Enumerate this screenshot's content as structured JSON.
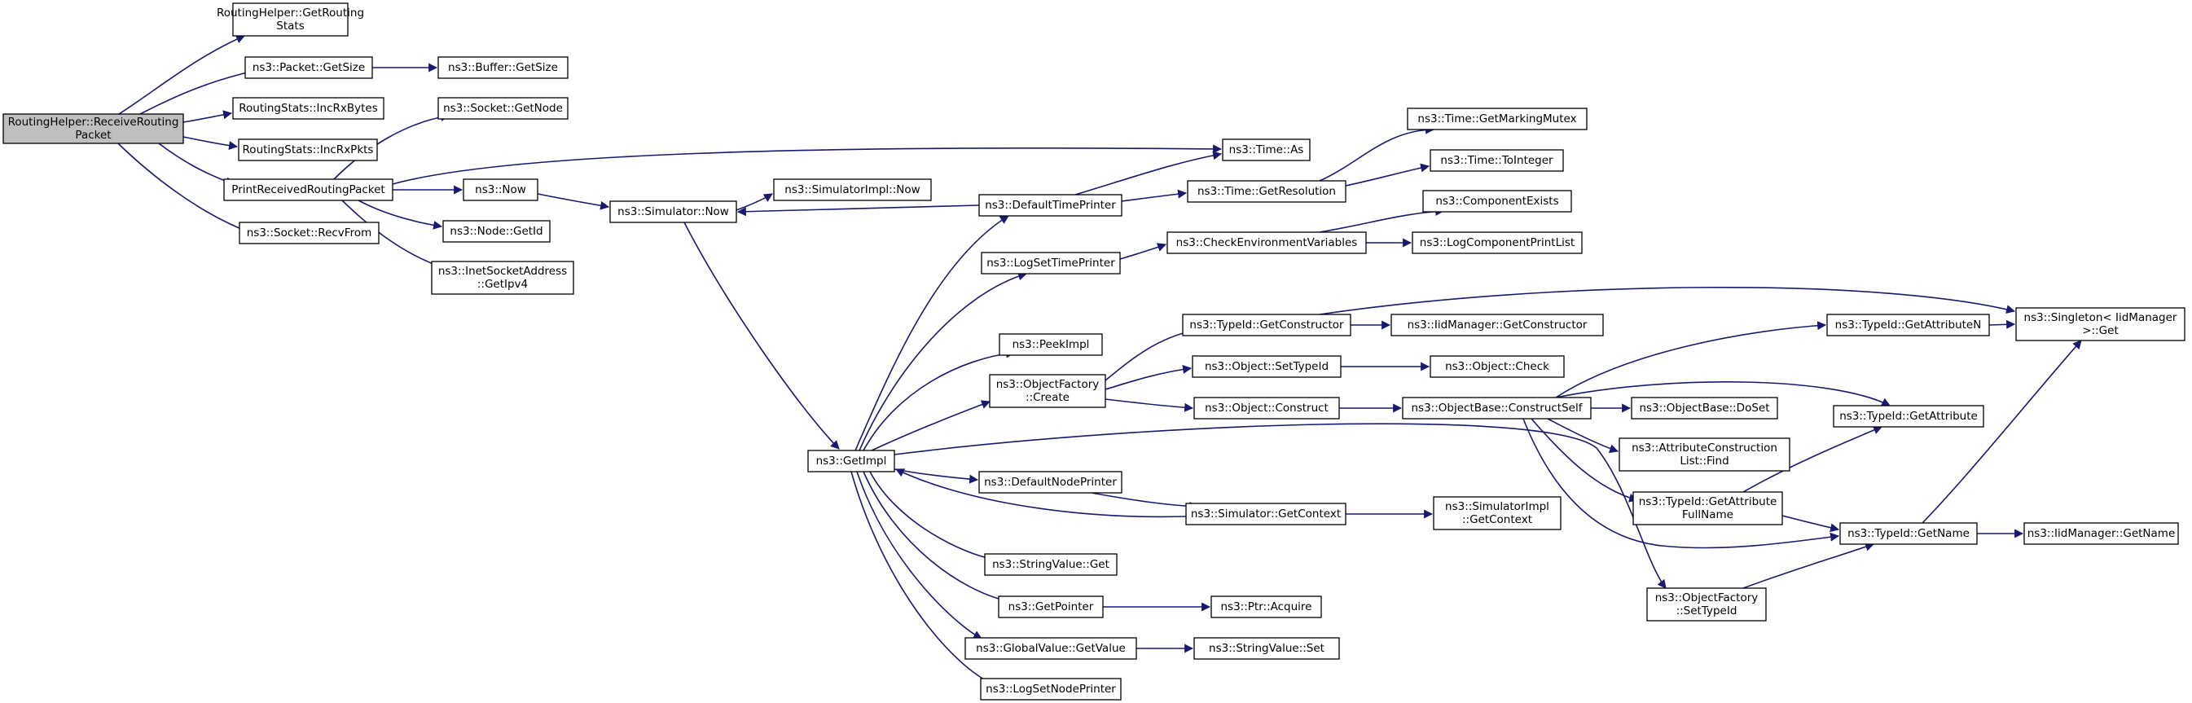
{
  "graph": {
    "colors": {
      "edge": "#191970",
      "focus_fill": "#bfbfbf",
      "box_fill": "#ffffff",
      "normal_border": "#000000",
      "truncated_border": "#ff0000",
      "text": "#000000"
    },
    "nodes": [
      {
        "id": "receive",
        "lines": [
          "RoutingHelper::ReceiveRouting",
          "Packet"
        ],
        "style": "focus"
      },
      {
        "id": "getRoutingStats",
        "lines": [
          "RoutingHelper::GetRouting",
          "Stats"
        ],
        "style": "normal"
      },
      {
        "id": "packetGetSize",
        "lines": [
          "ns3::Packet::GetSize"
        ],
        "style": "normal"
      },
      {
        "id": "bufferGetSize",
        "lines": [
          "ns3::Buffer::GetSize"
        ],
        "style": "normal"
      },
      {
        "id": "incRxBytes",
        "lines": [
          "RoutingStats::IncRxBytes"
        ],
        "style": "normal"
      },
      {
        "id": "incRxPkts",
        "lines": [
          "RoutingStats::IncRxPkts"
        ],
        "style": "normal"
      },
      {
        "id": "printPacket",
        "lines": [
          "PrintReceivedRoutingPacket"
        ],
        "style": "normal"
      },
      {
        "id": "recvFrom",
        "lines": [
          "ns3::Socket::RecvFrom"
        ],
        "style": "normal"
      },
      {
        "id": "socketGetNode",
        "lines": [
          "ns3::Socket::GetNode"
        ],
        "style": "normal"
      },
      {
        "id": "now",
        "lines": [
          "ns3::Now"
        ],
        "style": "normal"
      },
      {
        "id": "nodeGetId",
        "lines": [
          "ns3::Node::GetId"
        ],
        "style": "normal"
      },
      {
        "id": "getIpv4",
        "lines": [
          "ns3::InetSocketAddress",
          "::GetIpv4"
        ],
        "style": "normal"
      },
      {
        "id": "simNow",
        "lines": [
          "ns3::Simulator::Now"
        ],
        "style": "normal"
      },
      {
        "id": "simImplNow",
        "lines": [
          "ns3::SimulatorImpl::Now"
        ],
        "style": "normal"
      },
      {
        "id": "getImpl",
        "lines": [
          "ns3::GetImpl"
        ],
        "style": "normal"
      },
      {
        "id": "defaultTimePrinter",
        "lines": [
          "ns3::DefaultTimePrinter"
        ],
        "style": "normal"
      },
      {
        "id": "logSetTimePrinter",
        "lines": [
          "ns3::LogSetTimePrinter"
        ],
        "style": "normal"
      },
      {
        "id": "peekImpl",
        "lines": [
          "ns3::PeekImpl"
        ],
        "style": "normal"
      },
      {
        "id": "objFactoryCreate",
        "lines": [
          "ns3::ObjectFactory",
          "::Create"
        ],
        "style": "normal"
      },
      {
        "id": "defaultNodePrinter",
        "lines": [
          "ns3::DefaultNodePrinter"
        ],
        "style": "normal"
      },
      {
        "id": "stringValueGet",
        "lines": [
          "ns3::StringValue::Get"
        ],
        "style": "normal"
      },
      {
        "id": "getPointer",
        "lines": [
          "ns3::GetPointer"
        ],
        "style": "normal"
      },
      {
        "id": "globalValueGetValue",
        "lines": [
          "ns3::GlobalValue::GetValue"
        ],
        "style": "normal"
      },
      {
        "id": "logSetNodePrinter",
        "lines": [
          "ns3::LogSetNodePrinter"
        ],
        "style": "normal"
      },
      {
        "id": "timeAs",
        "lines": [
          "ns3::Time::As"
        ],
        "style": "normal"
      },
      {
        "id": "timeGetResolution",
        "lines": [
          "ns3::Time::GetResolution"
        ],
        "style": "normal"
      },
      {
        "id": "checkEnvVars",
        "lines": [
          "ns3::CheckEnvironmentVariables"
        ],
        "style": "normal"
      },
      {
        "id": "typeIdGetConstructor",
        "lines": [
          "ns3::TypeId::GetConstructor"
        ],
        "style": "normal"
      },
      {
        "id": "objectSetTypeId",
        "lines": [
          "ns3::Object::SetTypeId"
        ],
        "style": "normal"
      },
      {
        "id": "objectConstruct",
        "lines": [
          "ns3::Object::Construct"
        ],
        "style": "normal"
      },
      {
        "id": "simGetContext",
        "lines": [
          "ns3::Simulator::GetContext"
        ],
        "style": "normal"
      },
      {
        "id": "ptrAcquire",
        "lines": [
          "ns3::Ptr::Acquire"
        ],
        "style": "normal"
      },
      {
        "id": "stringValueSet",
        "lines": [
          "ns3::StringValue::Set"
        ],
        "style": "normal"
      },
      {
        "id": "timeGetMarkingMutex",
        "lines": [
          "ns3::Time::GetMarkingMutex"
        ],
        "style": "normal"
      },
      {
        "id": "timeToInteger",
        "lines": [
          "ns3::Time::ToInteger"
        ],
        "style": "truncated"
      },
      {
        "id": "componentExists",
        "lines": [
          "ns3::ComponentExists"
        ],
        "style": "truncated"
      },
      {
        "id": "logComponentPrintList",
        "lines": [
          "ns3::LogComponentPrintList"
        ],
        "style": "truncated"
      },
      {
        "id": "iidManagerGetConstructor",
        "lines": [
          "ns3::IidManager::GetConstructor"
        ],
        "style": "truncated"
      },
      {
        "id": "objectCheck",
        "lines": [
          "ns3::Object::Check"
        ],
        "style": "truncated"
      },
      {
        "id": "objectBaseConstructSelf",
        "lines": [
          "ns3::ObjectBase::ConstructSelf"
        ],
        "style": "truncated"
      },
      {
        "id": "simImplGetContext",
        "lines": [
          "ns3::SimulatorImpl",
          "::GetContext"
        ],
        "style": "normal"
      },
      {
        "id": "objectBaseDoSet",
        "lines": [
          "ns3::ObjectBase::DoSet"
        ],
        "style": "normal"
      },
      {
        "id": "attrConstructionListFind",
        "lines": [
          "ns3::AttributeConstruction",
          "List::Find"
        ],
        "style": "normal"
      },
      {
        "id": "typeIdGetAttributeFullName",
        "lines": [
          "ns3::TypeId::GetAttribute",
          "FullName"
        ],
        "style": "normal"
      },
      {
        "id": "objFactorySetTypeId",
        "lines": [
          "ns3::ObjectFactory",
          "::SetTypeId"
        ],
        "style": "normal"
      },
      {
        "id": "typeIdGetAttributeN",
        "lines": [
          "ns3::TypeId::GetAttributeN"
        ],
        "style": "truncated"
      },
      {
        "id": "typeIdGetAttribute",
        "lines": [
          "ns3::TypeId::GetAttribute"
        ],
        "style": "normal"
      },
      {
        "id": "typeIdGetName",
        "lines": [
          "ns3::TypeId::GetName"
        ],
        "style": "normal"
      },
      {
        "id": "singletonGet",
        "lines": [
          "ns3::Singleton< IidManager",
          " >::Get"
        ],
        "style": "normal"
      },
      {
        "id": "iidManagerGetName",
        "lines": [
          "ns3::IidManager::GetName"
        ],
        "style": "truncated"
      }
    ]
  }
}
